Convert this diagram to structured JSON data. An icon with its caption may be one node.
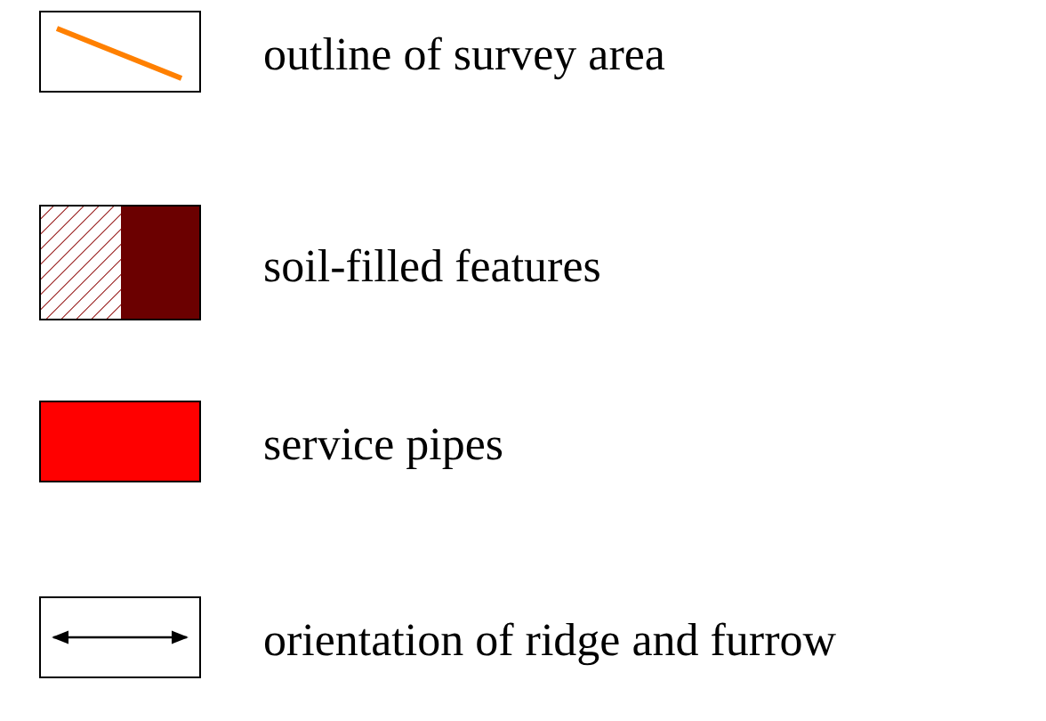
{
  "diagram": {
    "legend": [
      {
        "text": "outline of survey area"
      },
      {
        "text": "soil-filled features"
      },
      {
        "text": "service pipes",
        "color": "#ff0000"
      },
      {
        "text": "orientation of ridge and furrow"
      }
    ]
  }
}
